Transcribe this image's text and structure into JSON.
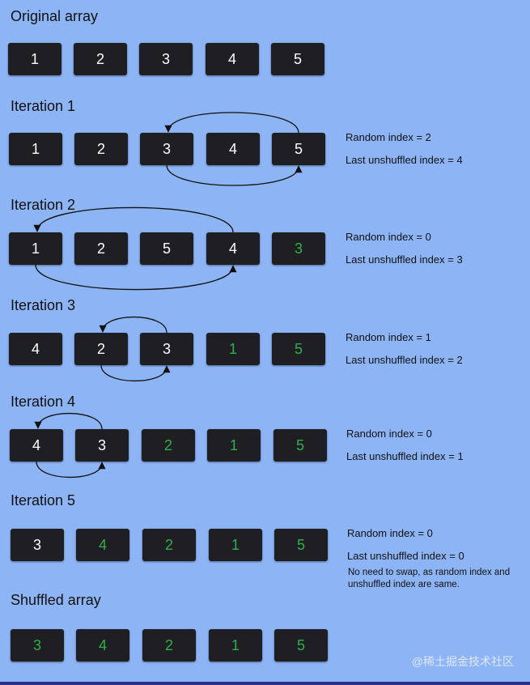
{
  "sections": [
    {
      "heading": "Original array",
      "cells": [
        {
          "value": "1",
          "shuffled": false
        },
        {
          "value": "2",
          "shuffled": false
        },
        {
          "value": "3",
          "shuffled": false
        },
        {
          "value": "4",
          "shuffled": false
        },
        {
          "value": "5",
          "shuffled": false
        }
      ],
      "random_index_text": "",
      "last_unshuffled_text": "",
      "note": "",
      "swap": null
    },
    {
      "heading": "Iteration 1",
      "cells": [
        {
          "value": "1",
          "shuffled": false
        },
        {
          "value": "2",
          "shuffled": false
        },
        {
          "value": "3",
          "shuffled": false
        },
        {
          "value": "4",
          "shuffled": false
        },
        {
          "value": "5",
          "shuffled": false
        }
      ],
      "random_index_text": "Random index = 2",
      "last_unshuffled_text": "Last unshuffled index = 4",
      "note": "",
      "swap": [
        2,
        4
      ]
    },
    {
      "heading": "Iteration 2",
      "cells": [
        {
          "value": "1",
          "shuffled": false
        },
        {
          "value": "2",
          "shuffled": false
        },
        {
          "value": "5",
          "shuffled": false
        },
        {
          "value": "4",
          "shuffled": false
        },
        {
          "value": "3",
          "shuffled": true
        }
      ],
      "random_index_text": "Random index = 0",
      "last_unshuffled_text": "Last unshuffled index = 3",
      "note": "",
      "swap": [
        0,
        3
      ]
    },
    {
      "heading": "Iteration 3",
      "cells": [
        {
          "value": "4",
          "shuffled": false
        },
        {
          "value": "2",
          "shuffled": false
        },
        {
          "value": "3",
          "shuffled": false
        },
        {
          "value": "1",
          "shuffled": true
        },
        {
          "value": "5",
          "shuffled": true
        }
      ],
      "random_index_text": "Random index = 1",
      "last_unshuffled_text": "Last unshuffled index = 2",
      "note": "",
      "swap": [
        1,
        2
      ]
    },
    {
      "heading": "Iteration 4",
      "cells": [
        {
          "value": "4",
          "shuffled": false
        },
        {
          "value": "3",
          "shuffled": false
        },
        {
          "value": "2",
          "shuffled": true
        },
        {
          "value": "1",
          "shuffled": true
        },
        {
          "value": "5",
          "shuffled": true
        }
      ],
      "random_index_text": "Random index = 0",
      "last_unshuffled_text": "Last unshuffled index = 1",
      "note": "",
      "swap": [
        0,
        1
      ]
    },
    {
      "heading": "Iteration 5",
      "cells": [
        {
          "value": "3",
          "shuffled": false
        },
        {
          "value": "4",
          "shuffled": true
        },
        {
          "value": "2",
          "shuffled": true
        },
        {
          "value": "1",
          "shuffled": true
        },
        {
          "value": "5",
          "shuffled": true
        }
      ],
      "random_index_text": "Random index = 0",
      "last_unshuffled_text": "Last unshuffled index = 0",
      "note": "No need to swap, as random index and unshuffled index are same.",
      "swap": null
    },
    {
      "heading": "Shuffled array",
      "cells": [
        {
          "value": "3",
          "shuffled": true
        },
        {
          "value": "4",
          "shuffled": true
        },
        {
          "value": "2",
          "shuffled": true
        },
        {
          "value": "1",
          "shuffled": true
        },
        {
          "value": "5",
          "shuffled": true
        }
      ],
      "random_index_text": "",
      "last_unshuffled_text": "",
      "note": "",
      "swap": null
    }
  ],
  "watermark": "@稀土掘金技术社区",
  "colors": {
    "background": "#8db4f5",
    "box": "#1f1f23",
    "unshuffled_text": "#ffffff",
    "shuffled_text": "#2fb04a",
    "arrow": "#111111"
  }
}
